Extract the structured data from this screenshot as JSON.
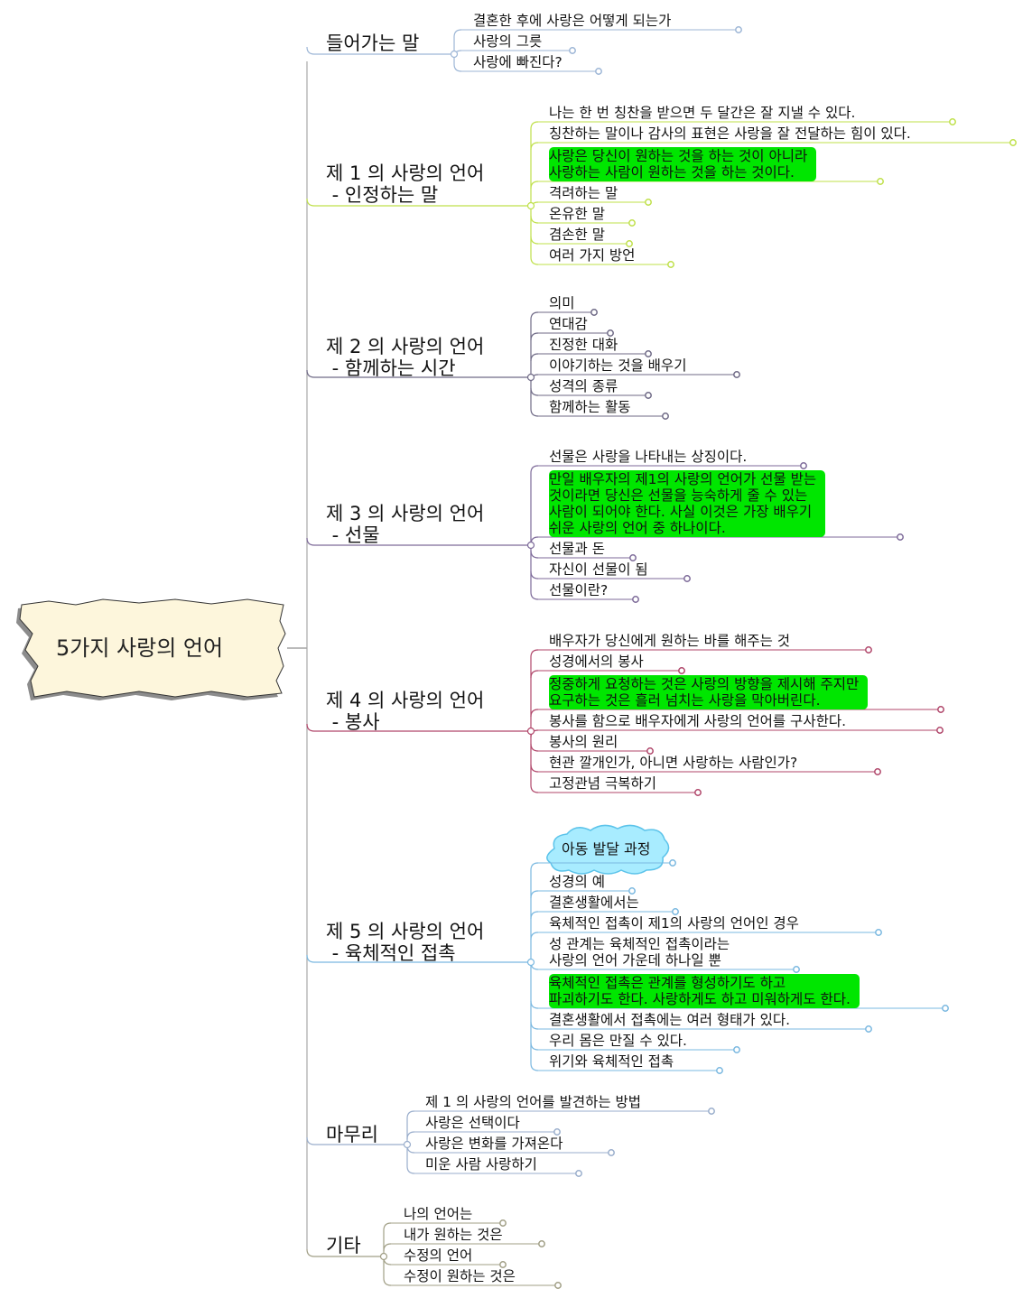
{
  "root": {
    "label": "5가지 사랑의 언어",
    "fill": "#fdf6dc"
  },
  "branches": [
    {
      "id": "intro",
      "label_lines": [
        "들어가는 말"
      ],
      "color": "#9db6d6",
      "children": [
        {
          "label": "결혼한 후에 사랑은 어떻게 되는가"
        },
        {
          "label": "사랑의 그릇"
        },
        {
          "label": "사랑에 빠진다?"
        }
      ]
    },
    {
      "id": "lang1",
      "label_lines": [
        "제 1 의 사랑의 언어",
        " - 인정하는 말"
      ],
      "color": "#bfe04a",
      "children": [
        {
          "label": "나는 한 번 칭찬을 받으면 두 달간은 잘 지낼 수 있다."
        },
        {
          "label": "칭찬하는 말이나 감사의 표현은 사랑을 잘 전달하는 힘이 있다."
        },
        {
          "label": "사랑은 당신이 원하는 것을 하는 것이 아니라\n사랑하는 사람이 원하는 것을 하는 것이다.",
          "highlight": true
        },
        {
          "label": "격려하는 말"
        },
        {
          "label": "온유한 말"
        },
        {
          "label": "겸손한 말"
        },
        {
          "label": "여러 가지 방언"
        }
      ]
    },
    {
      "id": "lang2",
      "label_lines": [
        "제 2 의 사랑의 언어",
        " - 함께하는 시간"
      ],
      "color": "#6f6a86",
      "children": [
        {
          "label": "의미"
        },
        {
          "label": "연대감"
        },
        {
          "label": "진정한 대화"
        },
        {
          "label": "이야기하는 것을 배우기"
        },
        {
          "label": "성격의 종류"
        },
        {
          "label": "함께하는 활동"
        }
      ]
    },
    {
      "id": "lang3",
      "label_lines": [
        "제 3 의 사랑의 언어",
        " - 선물"
      ],
      "color": "#7d6a99",
      "children": [
        {
          "label": "선물은 사랑을 나타내는 상징이다."
        },
        {
          "label": "만일 배우자의 제1의 사랑의 언어가 선물 받는\n것이라면 당신은 선물을 능숙하게 줄 수 있는\n사람이 되어야 한다. 사실 이것은 가장 배우기\n쉬운 사랑의 언어 중 하나이다.",
          "highlight": true
        },
        {
          "label": "선물과 돈"
        },
        {
          "label": "자신이 선물이 됨"
        },
        {
          "label": "선물이란?"
        }
      ]
    },
    {
      "id": "lang4",
      "label_lines": [
        "제 4 의 사랑의 언어",
        " - 봉사"
      ],
      "color": "#b0466a",
      "children": [
        {
          "label": "배우자가 당신에게 원하는 바를 해주는 것"
        },
        {
          "label": "성경에서의 봉사"
        },
        {
          "label": "정중하게 요청하는 것은 사랑의 방향을 제시해 주지만\n요구하는 것은 흘러 넘치는 사랑을 막아버린다.",
          "highlight": true
        },
        {
          "label": "봉사를 함으로 배우자에게 사랑의 언어를 구사한다."
        },
        {
          "label": "봉사의 원리"
        },
        {
          "label": "현관 깔개인가, 아니면 사랑하는 사람인가?"
        },
        {
          "label": "고정관념 극복하기"
        }
      ]
    },
    {
      "id": "lang5",
      "label_lines": [
        "제 5 의 사랑의 언어",
        " - 육체적인 접촉"
      ],
      "color": "#7ab8e0",
      "children": [
        {
          "label": "아동 발달 과정",
          "shape": "cloud"
        },
        {
          "label": "성경의 예"
        },
        {
          "label": "결혼생활에서는"
        },
        {
          "label": "육체적인 접촉이 제1의 사랑의 언어인 경우"
        },
        {
          "label": "성 관계는 육체적인 접촉이라는\n사랑의 언어 가운데 하나일 뿐"
        },
        {
          "label": "육체적인 접촉은 관계를 형성하기도 하고\n파괴하기도 한다. 사랑하게도 하고 미워하게도 한다.",
          "highlight": true
        },
        {
          "label": "결혼생활에서 접촉에는 여러 형태가 있다."
        },
        {
          "label": "우리 몸은 만질 수 있다."
        },
        {
          "label": "위기와 육체적인 접촉"
        }
      ]
    },
    {
      "id": "closing",
      "label_lines": [
        "마무리"
      ],
      "color": "#9aaecc",
      "children": [
        {
          "label": "제 1 의 사랑의 언어를 발견하는 방법"
        },
        {
          "label": "사랑은 선택이다"
        },
        {
          "label": "사랑은 변화를 가져온다"
        },
        {
          "label": "미운 사람 사랑하기"
        }
      ]
    },
    {
      "id": "etc",
      "label_lines": [
        "기타"
      ],
      "color": "#a19f86",
      "children": [
        {
          "label": "나의 언어는"
        },
        {
          "label": "내가 원하는 것은"
        },
        {
          "label": "수정의 언어"
        },
        {
          "label": "수정이 원하는 것은"
        }
      ]
    }
  ],
  "colors": {
    "highlight": "#00e600",
    "cloud_fill": "#a8ecff",
    "cloud_stroke": "#5cc3ea",
    "trunk": "#a0a0a0"
  }
}
